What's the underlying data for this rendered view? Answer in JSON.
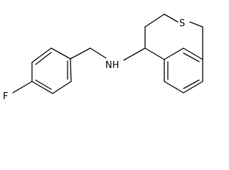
{
  "molecule": {
    "atoms": {
      "fluorine": "F",
      "nitrogen_hydrogen": "NH",
      "sulfur": "S"
    }
  },
  "colors": {
    "bond": "#000000",
    "label": "#000000",
    "background": "#ffffff"
  }
}
